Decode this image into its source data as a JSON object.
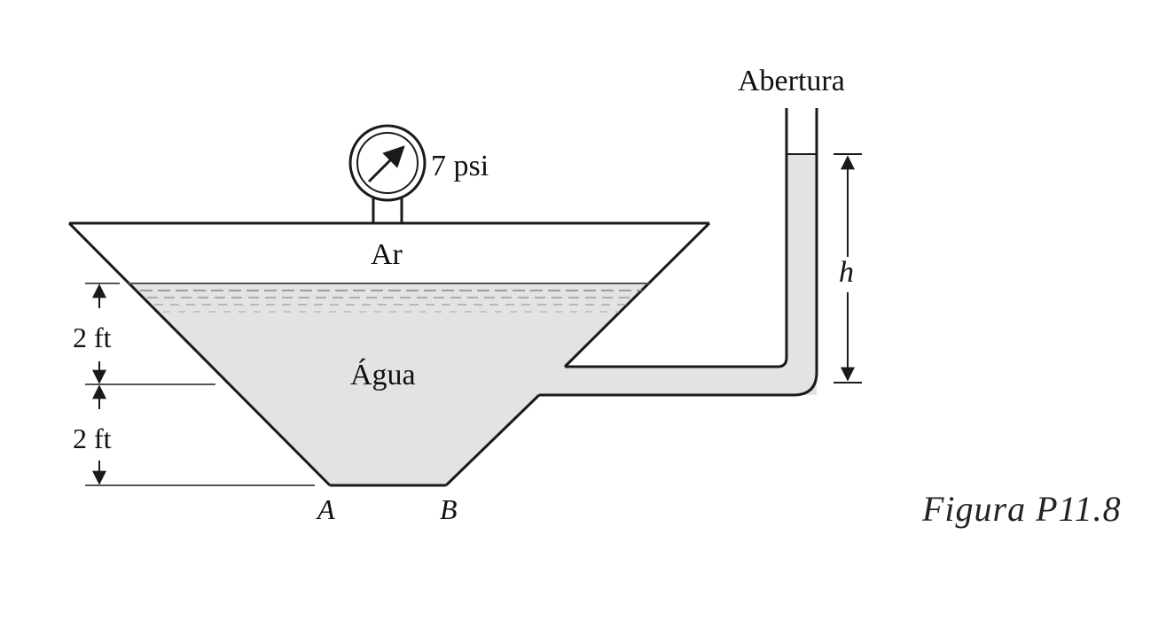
{
  "labels": {
    "gauge": "7 psi",
    "opening": "Abertura",
    "air": "Ar",
    "water": "Água",
    "height": "h",
    "depth_upper": "2 ft",
    "depth_lower": "2 ft",
    "point_a": "A",
    "point_b": "B",
    "caption": "Figura P11.8"
  },
  "colors": {
    "water": "#e3e3e3",
    "outline": "#1a1a1a",
    "background": "#ffffff"
  }
}
